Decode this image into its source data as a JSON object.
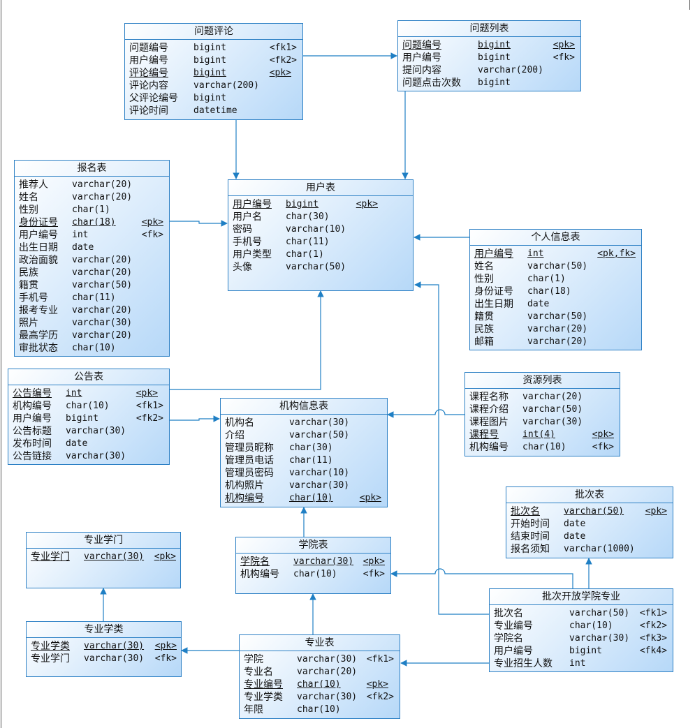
{
  "diagram": {
    "entities": [
      {
        "id": "wenti-pinglun",
        "title": "问题评论",
        "attributes": [
          {
            "name": "问题编号",
            "type": "bigint",
            "key": "<fk1>",
            "pk": false
          },
          {
            "name": "用户编号",
            "type": "bigint",
            "key": "<fk2>",
            "pk": false
          },
          {
            "name": "评论编号",
            "type": "bigint",
            "key": "<pk>",
            "pk": true
          },
          {
            "name": "评论内容",
            "type": "varchar(200)",
            "key": "",
            "pk": false
          },
          {
            "name": "父评论编号",
            "type": "bigint",
            "key": "",
            "pk": false
          },
          {
            "name": "评论时间",
            "type": "datetime",
            "key": "",
            "pk": false
          }
        ]
      },
      {
        "id": "wenti-liebiao",
        "title": "问题列表",
        "attributes": [
          {
            "name": "问题编号",
            "type": "bigint",
            "key": "<pk>",
            "pk": true
          },
          {
            "name": "用户编号",
            "type": "bigint",
            "key": "<fk>",
            "pk": false
          },
          {
            "name": "提问内容",
            "type": "varchar(200)",
            "key": "",
            "pk": false
          },
          {
            "name": "问题点击次数",
            "type": "bigint",
            "key": "",
            "pk": false
          }
        ]
      },
      {
        "id": "baoming-biao",
        "title": "报名表",
        "attributes": [
          {
            "name": "推荐人",
            "type": "varchar(20)",
            "key": "",
            "pk": false
          },
          {
            "name": "姓名",
            "type": "varchar(20)",
            "key": "",
            "pk": false
          },
          {
            "name": "性别",
            "type": "char(1)",
            "key": "",
            "pk": false
          },
          {
            "name": "身份证号",
            "type": "char(18)",
            "key": "<pk>",
            "pk": true
          },
          {
            "name": "用户编号",
            "type": "int",
            "key": "<fk>",
            "pk": false
          },
          {
            "name": "出生日期",
            "type": "date",
            "key": "",
            "pk": false
          },
          {
            "name": "政治面貌",
            "type": "varchar(20)",
            "key": "",
            "pk": false
          },
          {
            "name": "民族",
            "type": "varchar(20)",
            "key": "",
            "pk": false
          },
          {
            "name": "籍贯",
            "type": "varchar(50)",
            "key": "",
            "pk": false
          },
          {
            "name": "手机号",
            "type": "char(11)",
            "key": "",
            "pk": false
          },
          {
            "name": "报考专业",
            "type": "varchar(20)",
            "key": "",
            "pk": false
          },
          {
            "name": "照片",
            "type": "varchar(30)",
            "key": "",
            "pk": false
          },
          {
            "name": "最高学历",
            "type": "varchar(20)",
            "key": "",
            "pk": false
          },
          {
            "name": "审批状态",
            "type": "char(10)",
            "key": "",
            "pk": false
          }
        ]
      },
      {
        "id": "yonghu-biao",
        "title": "用户表",
        "attributes": [
          {
            "name": "用户编号",
            "type": "bigint",
            "key": "<pk>",
            "pk": true
          },
          {
            "name": "用户名",
            "type": "char(30)",
            "key": "",
            "pk": false
          },
          {
            "name": "密码",
            "type": "varchar(10)",
            "key": "",
            "pk": false
          },
          {
            "name": "手机号",
            "type": "char(11)",
            "key": "",
            "pk": false
          },
          {
            "name": "用户类型",
            "type": "char(1)",
            "key": "",
            "pk": false
          },
          {
            "name": "头像",
            "type": "varchar(50)",
            "key": "",
            "pk": false
          }
        ]
      },
      {
        "id": "geren-xinxi",
        "title": "个人信息表",
        "attributes": [
          {
            "name": "用户编号",
            "type": "int",
            "key": "<pk,fk>",
            "pk": true
          },
          {
            "name": "姓名",
            "type": "varchar(50)",
            "key": "",
            "pk": false
          },
          {
            "name": "性别",
            "type": "char(1)",
            "key": "",
            "pk": false
          },
          {
            "name": "身份证号",
            "type": "char(18)",
            "key": "",
            "pk": false
          },
          {
            "name": "出生日期",
            "type": "date",
            "key": "",
            "pk": false
          },
          {
            "name": "籍贯",
            "type": "varchar(50)",
            "key": "",
            "pk": false
          },
          {
            "name": "民族",
            "type": "varchar(20)",
            "key": "",
            "pk": false
          },
          {
            "name": "邮箱",
            "type": "varchar(20)",
            "key": "",
            "pk": false
          }
        ]
      },
      {
        "id": "gonggao-biao",
        "title": "公告表",
        "attributes": [
          {
            "name": "公告编号",
            "type": "int",
            "key": "<pk>",
            "pk": true
          },
          {
            "name": "机构编号",
            "type": "char(10)",
            "key": "<fk1>",
            "pk": false
          },
          {
            "name": "用户编号",
            "type": "bigint",
            "key": "<fk2>",
            "pk": false
          },
          {
            "name": "公告标题",
            "type": "varchar(30)",
            "key": "",
            "pk": false
          },
          {
            "name": "发布时间",
            "type": "date",
            "key": "",
            "pk": false
          },
          {
            "name": "公告链接",
            "type": "varchar(30)",
            "key": "",
            "pk": false
          }
        ]
      },
      {
        "id": "jigou-xinxi",
        "title": "机构信息表",
        "attributes": [
          {
            "name": "机构名",
            "type": "varchar(30)",
            "key": "",
            "pk": false
          },
          {
            "name": "介绍",
            "type": "varchar(50)",
            "key": "",
            "pk": false
          },
          {
            "name": "管理员昵称",
            "type": "char(30)",
            "key": "",
            "pk": false
          },
          {
            "name": "管理员电话",
            "type": "char(11)",
            "key": "",
            "pk": false
          },
          {
            "name": "管理员密码",
            "type": "varchar(10)",
            "key": "",
            "pk": false
          },
          {
            "name": "机构照片",
            "type": "varchar(30)",
            "key": "",
            "pk": false
          },
          {
            "name": "机构编号",
            "type": "char(10)",
            "key": "<pk>",
            "pk": true
          }
        ]
      },
      {
        "id": "ziyuan-liebiao",
        "title": "资源列表",
        "attributes": [
          {
            "name": "课程名称",
            "type": "varchar(20)",
            "key": "",
            "pk": false
          },
          {
            "name": "课程介绍",
            "type": "varchar(50)",
            "key": "",
            "pk": false
          },
          {
            "name": "课程图片",
            "type": "varchar(30)",
            "key": "",
            "pk": false
          },
          {
            "name": "课程号",
            "type": "int(4)",
            "key": "<pk>",
            "pk": true
          },
          {
            "name": "机构编号",
            "type": "char(10)",
            "key": "<fk>",
            "pk": false
          }
        ]
      },
      {
        "id": "pici-biao",
        "title": "批次表",
        "attributes": [
          {
            "name": "批次名",
            "type": "varchar(50)",
            "key": "<pk>",
            "pk": true
          },
          {
            "name": "开始时间",
            "type": "date",
            "key": "",
            "pk": false
          },
          {
            "name": "结束时间",
            "type": "date",
            "key": "",
            "pk": false
          },
          {
            "name": "报名须知",
            "type": "varchar(1000)",
            "key": "",
            "pk": false
          }
        ]
      },
      {
        "id": "zhuanye-xuemen",
        "title": "专业学门",
        "attributes": [
          {
            "name": "专业学门",
            "type": "varchar(30)",
            "key": "<pk>",
            "pk": true
          }
        ]
      },
      {
        "id": "xueyuan-biao",
        "title": "学院表",
        "attributes": [
          {
            "name": "学院名",
            "type": "varchar(30)",
            "key": "<pk>",
            "pk": true
          },
          {
            "name": "机构编号",
            "type": "char(10)",
            "key": "<fk>",
            "pk": false
          }
        ]
      },
      {
        "id": "pici-kaifang",
        "title": "批次开放学院专业",
        "attributes": [
          {
            "name": "批次名",
            "type": "varchar(50)",
            "key": "<fk1>",
            "pk": false
          },
          {
            "name": "专业编号",
            "type": "char(10)",
            "key": "<fk2>",
            "pk": false
          },
          {
            "name": "学院名",
            "type": "varchar(30)",
            "key": "<fk3>",
            "pk": false
          },
          {
            "name": "用户编号",
            "type": "bigint",
            "key": "<fk4>",
            "pk": false
          },
          {
            "name": "专业招生人数",
            "type": "int",
            "key": "",
            "pk": false
          }
        ]
      },
      {
        "id": "zhuanye-xuelei",
        "title": "专业学类",
        "attributes": [
          {
            "name": "专业学类",
            "type": "varchar(30)",
            "key": "<pk>",
            "pk": true
          },
          {
            "name": "专业学门",
            "type": "varchar(30)",
            "key": "<fk>",
            "pk": false
          }
        ]
      },
      {
        "id": "zhuanye-biao",
        "title": "专业表",
        "attributes": [
          {
            "name": "学院",
            "type": "varchar(30)",
            "key": "<fk1>",
            "pk": false
          },
          {
            "name": "专业名",
            "type": "varchar(20)",
            "key": "",
            "pk": false
          },
          {
            "name": "专业编号",
            "type": "char(10)",
            "key": "<pk>",
            "pk": true
          },
          {
            "name": "专业学类",
            "type": "varchar(30)",
            "key": "<fk2>",
            "pk": false
          },
          {
            "name": "年限",
            "type": "char(10)",
            "key": "",
            "pk": false
          }
        ]
      }
    ],
    "colors": {
      "line": "#1f7fc4",
      "border": "#2b7fc4",
      "fill_light": "#ffffff",
      "fill_dark": "#b6d8f8"
    }
  }
}
